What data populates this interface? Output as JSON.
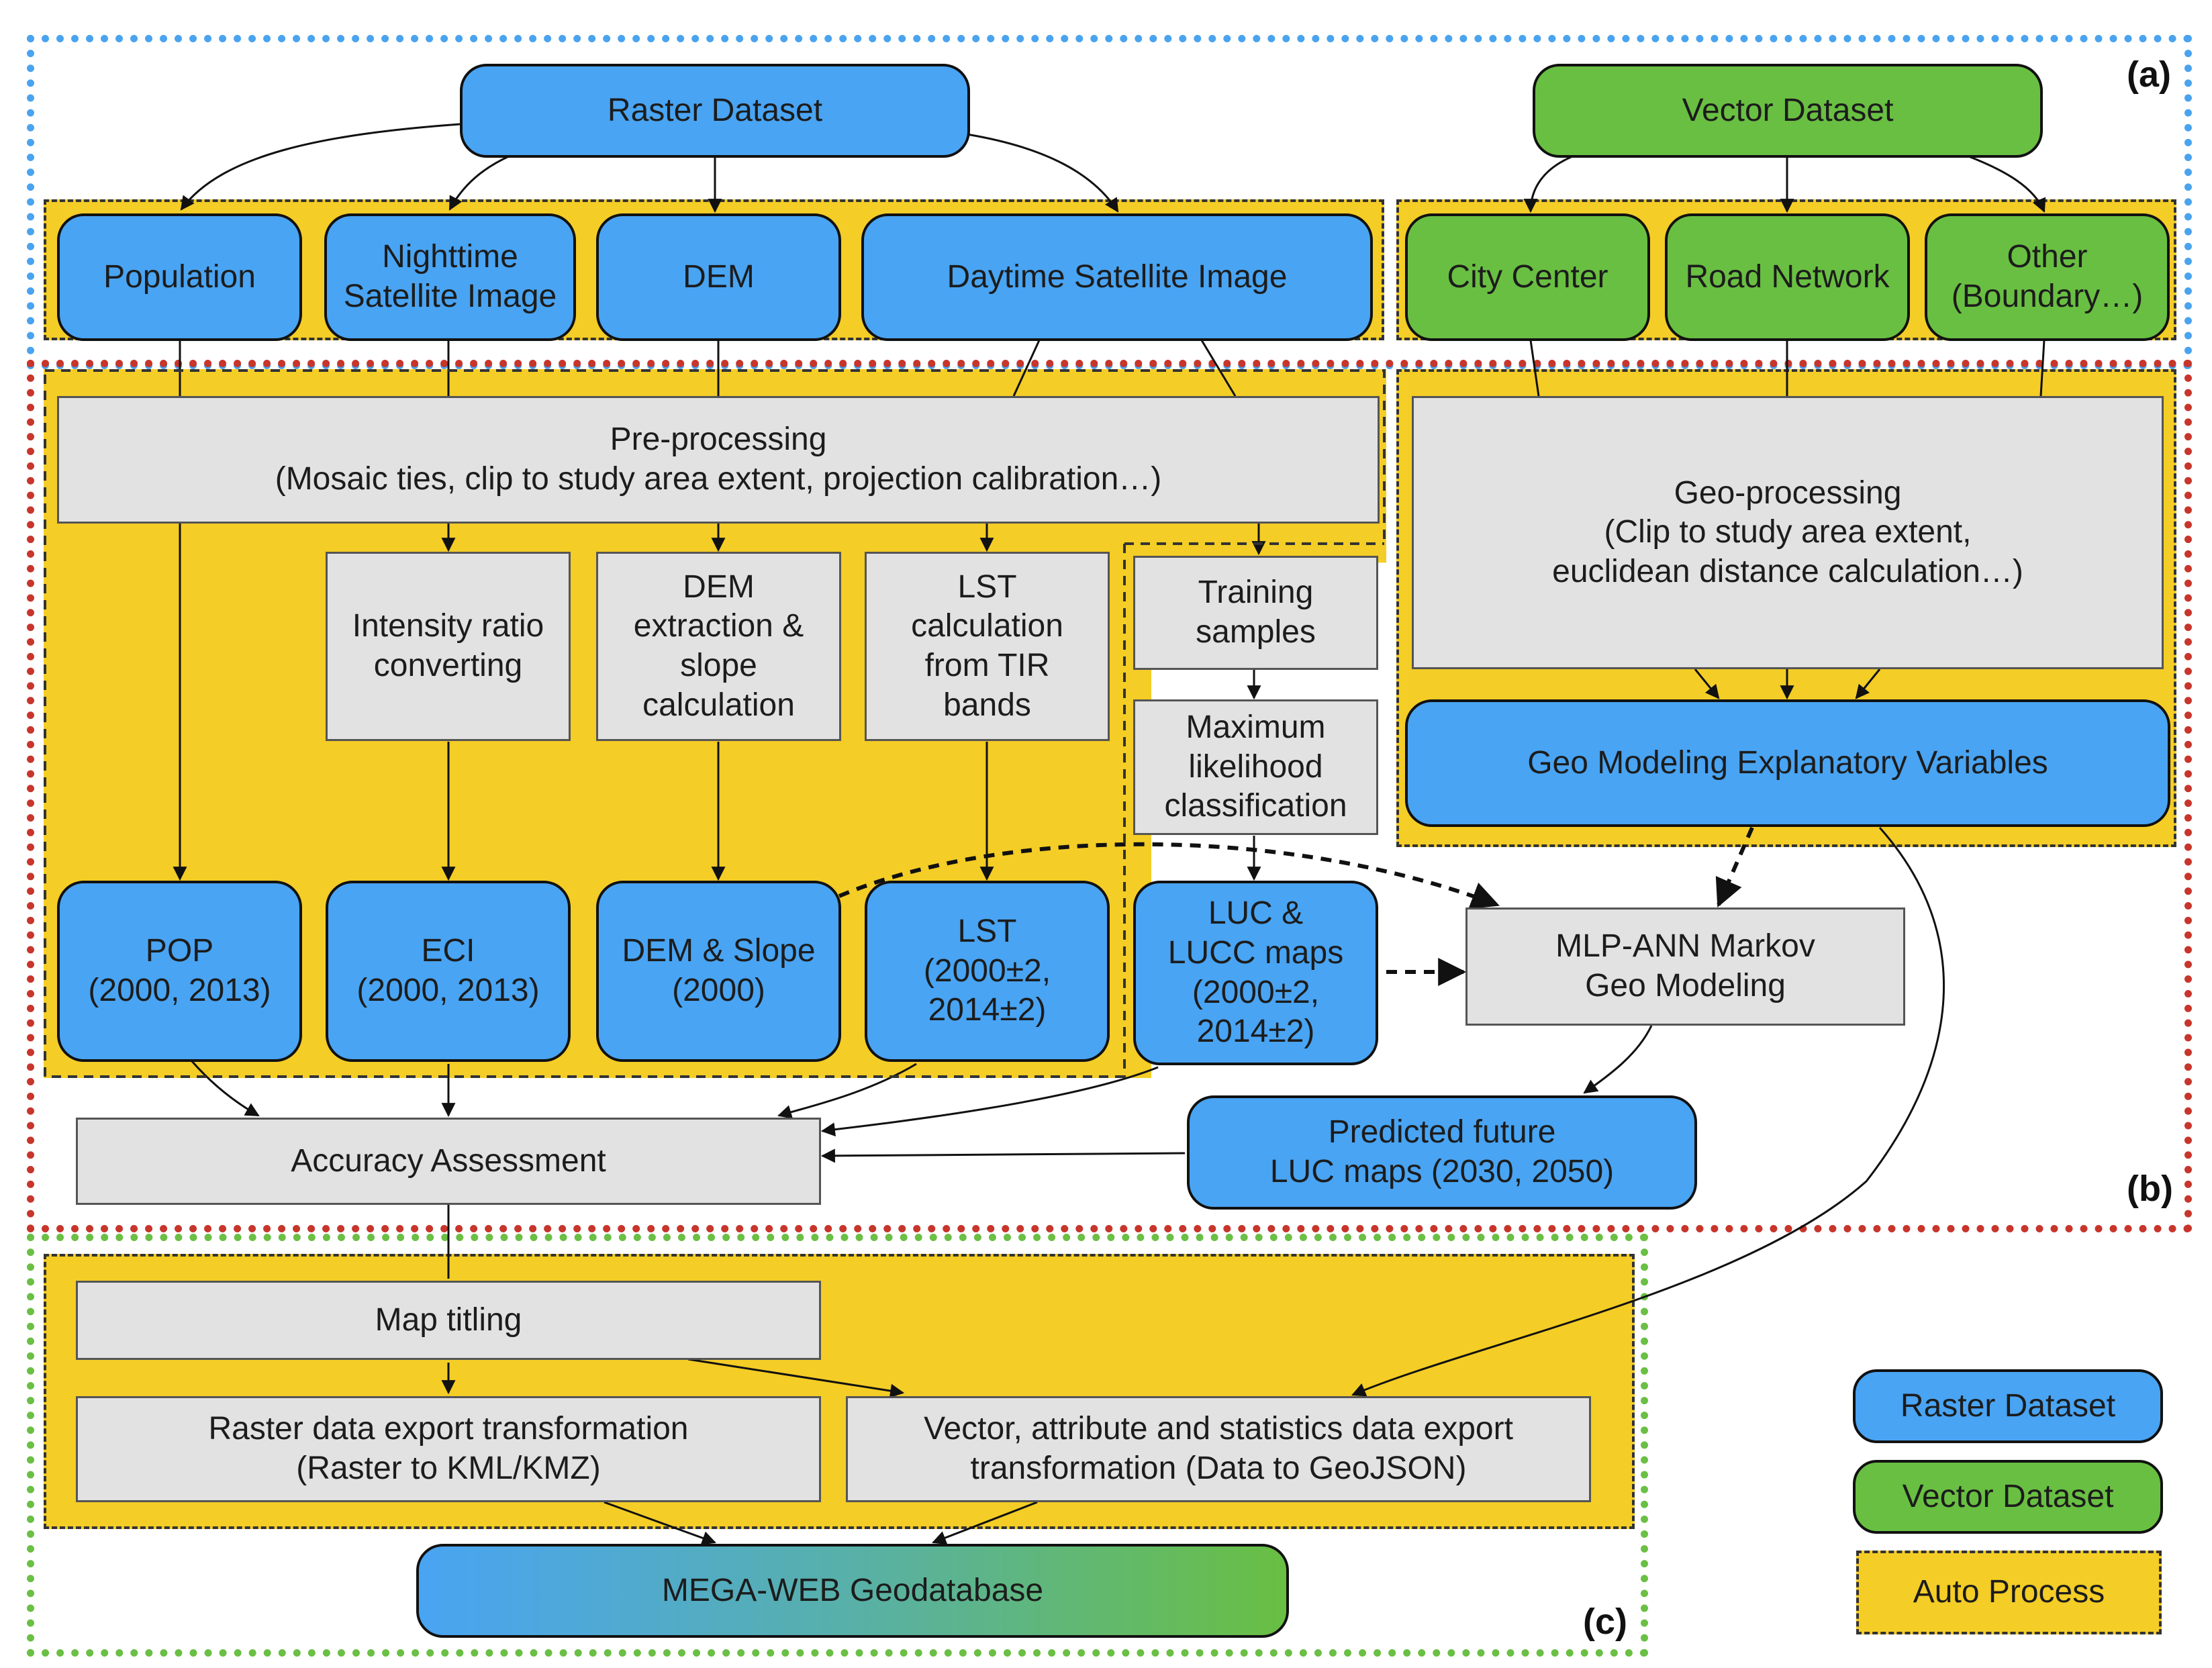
{
  "nodes": {
    "raster_dataset": "Raster Dataset",
    "vector_dataset": "Vector Dataset",
    "population": "Population",
    "nighttime": "Nighttime\nSatellite Image",
    "dem": "DEM",
    "daytime": "Daytime Satellite Image",
    "city_center": "City Center",
    "road_network": "Road Network",
    "other": "Other\n(Boundary…)",
    "preprocessing": "Pre-processing\n(Mosaic ties, clip to study area extent, projection calibration…)",
    "geoprocessing": "Geo-processing\n(Clip to study area extent,\neuclidean distance calculation…)",
    "intensity": "Intensity ratio\nconverting",
    "dem_extraction": "DEM\nextraction &\nslope\ncalculation",
    "lst_calc": "LST\ncalculation\nfrom TIR\nbands",
    "training": "Training\nsamples",
    "maxlike": "Maximum\nlikelihood\nclassification",
    "geo_vars": "Geo Modeling Explanatory Variables",
    "pop": "POP\n(2000, 2013)",
    "eci": "ECI\n(2000, 2013)",
    "dem_slope": "DEM & Slope\n(2000)",
    "lst": "LST\n(2000±2,\n2014±2)",
    "luc": "LUC &\nLUCC maps\n(2000±2,\n2014±2)",
    "mlp": "MLP-ANN Markov\nGeo Modeling",
    "accuracy": "Accuracy Assessment",
    "predicted": "Predicted future\nLUC maps (2030, 2050)",
    "map_titling": "Map titling",
    "raster_export": "Raster data export transformation\n(Raster to KML/KMZ)",
    "vector_export": "Vector, attribute and statistics data export\ntransformation (Data to GeoJSON)",
    "mega_web": "MEGA-WEB Geodatabase"
  },
  "panels": {
    "a": "(a)",
    "b": "(b)",
    "c": "(c)"
  },
  "legend": {
    "raster": "Raster Dataset",
    "vector": "Vector Dataset",
    "auto": "Auto Process"
  },
  "colors": {
    "raster": "#49a4f3",
    "vector": "#69bf42",
    "process": "#e2e2e3",
    "auto_process": "#f4cd26",
    "frame_a": "#4aa3ee",
    "frame_b": "#c7352b",
    "frame_c": "#6abf44"
  }
}
